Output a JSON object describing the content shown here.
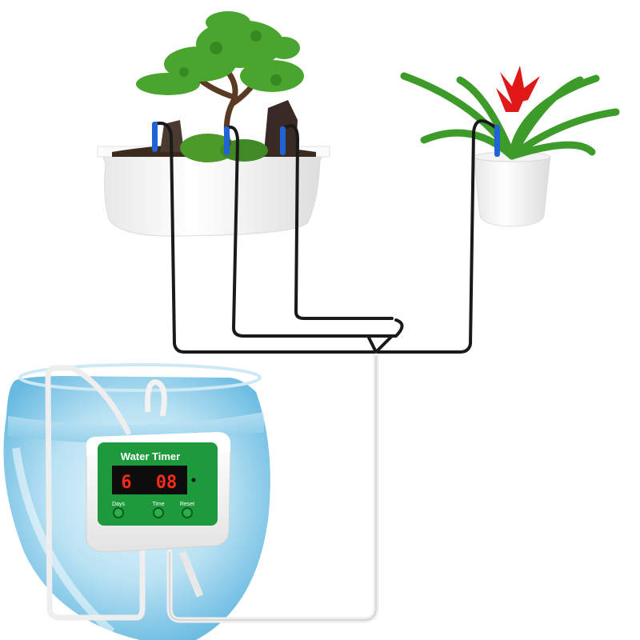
{
  "device": {
    "title": "Water Timer",
    "display_days": "6",
    "display_time": "08",
    "buttons": [
      {
        "label": "Days"
      },
      {
        "label": "Time"
      },
      {
        "label": "Reset"
      }
    ]
  },
  "colors": {
    "device_green": "#1e9a3c",
    "display_bg": "#0d0d0d",
    "display_digits": "#ff2a1a",
    "tube_black": "#1a1a1a",
    "tube_white": "#f2f2f2",
    "water_blue": "#7fc6e6",
    "pot_white": "#f7f7f7",
    "dripper_blue": "#1f63d6",
    "bromeliad_red": "#e01818"
  }
}
